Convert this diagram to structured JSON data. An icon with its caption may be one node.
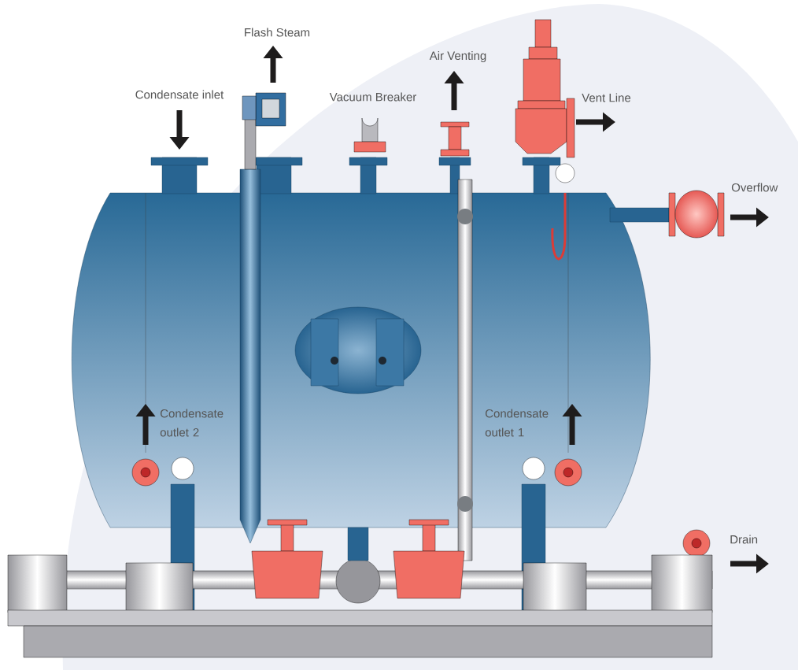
{
  "diagram": {
    "labels": [
      "Flash Steam",
      "Air Venting",
      "Condensate inlet",
      "Vacuum Breaker",
      "Vent Line",
      "Overflow",
      "Condensate outlet 2",
      "Condensate outlet 1",
      "Drain"
    ]
  }
}
